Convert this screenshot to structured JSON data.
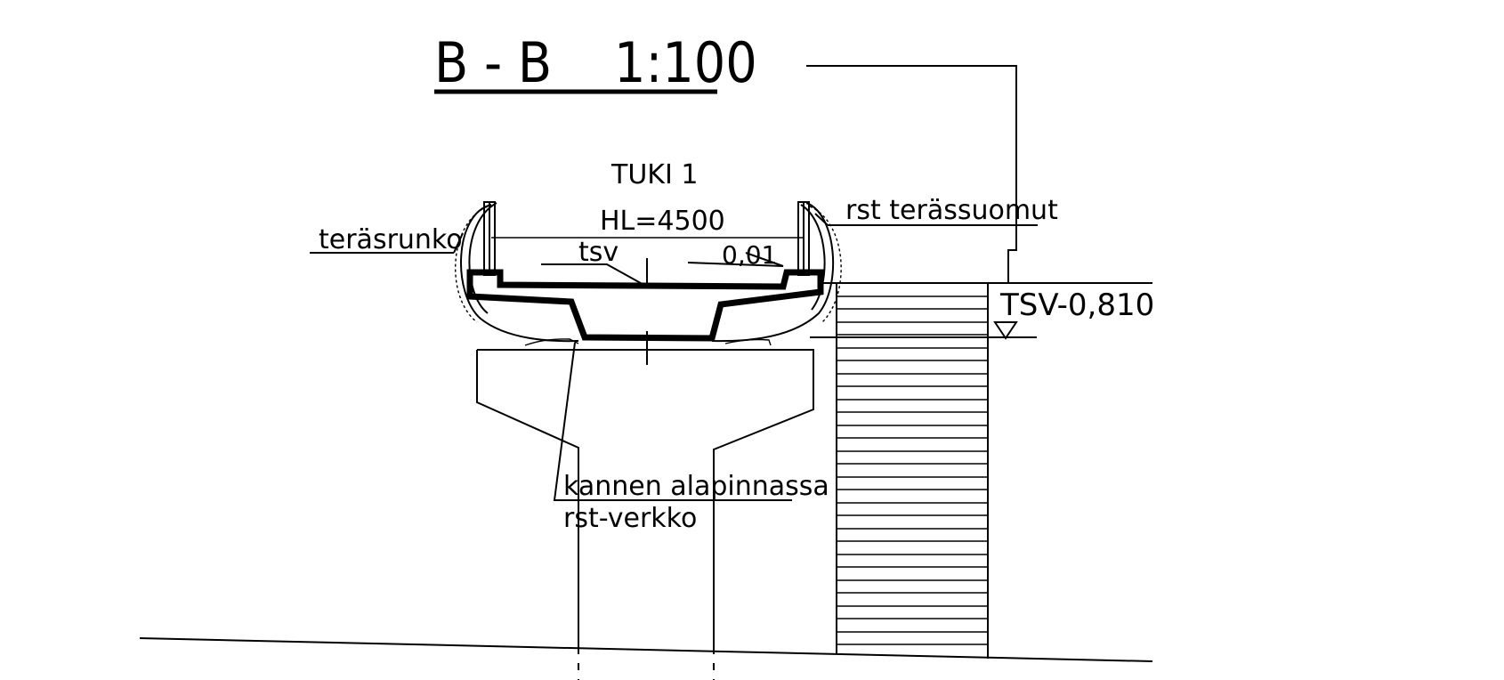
{
  "drawing": {
    "title": "B - B",
    "scale": "1:100",
    "labels": {
      "support": "TUKI 1",
      "level_hl": "HL=4500",
      "steel_frame": "teräsrunko",
      "stainless_steel_guards": "rst terässuomut",
      "tsv": "tsv",
      "slope": "0,01",
      "water_level": "TSV-0,810",
      "underside_line1": "kannen alapinnassa",
      "underside_line2": "rst-verkko"
    }
  }
}
